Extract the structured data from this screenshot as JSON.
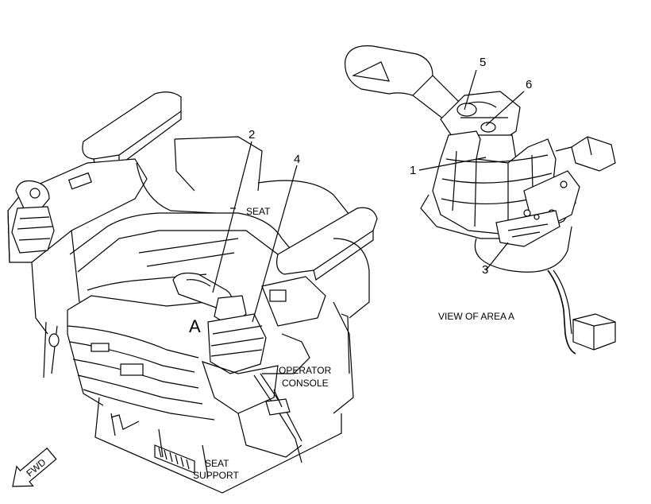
{
  "callouts": {
    "c1": "1",
    "c2": "2",
    "c3": "3",
    "c4": "4",
    "c5": "5",
    "c6": "6"
  },
  "labels": {
    "area": "A",
    "seat": "SEAT",
    "operator_console_line1": "OPERATOR",
    "operator_console_line2": "CONSOLE",
    "seat_support_line1": "SEAT",
    "seat_support_line2": "SUPPORT",
    "view_of_area": "VIEW OF AREA A",
    "fwd": "FWD"
  },
  "colors": {
    "line": "#000000",
    "background": "#ffffff"
  }
}
